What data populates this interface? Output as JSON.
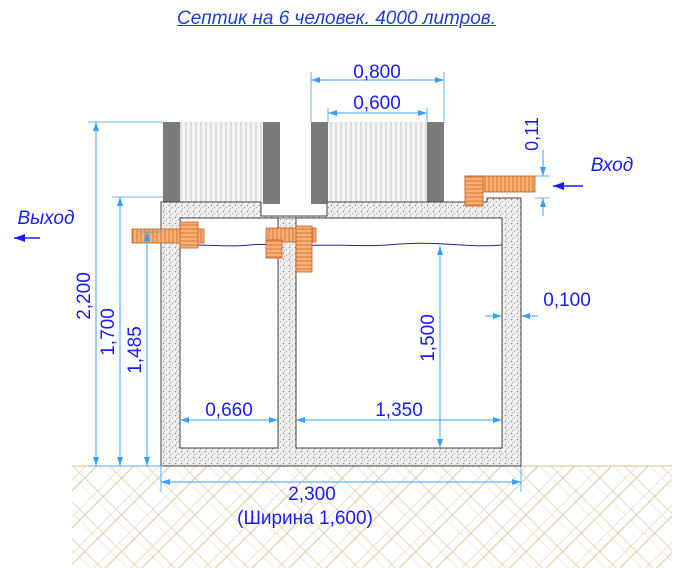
{
  "title": "Септик на 6 человек. 4000 литров.",
  "flows": {
    "inlet": "Вход",
    "outlet": "Выход"
  },
  "dimensions": {
    "riser_outer": "0,800",
    "riser_inner": "0,600",
    "inlet_offset": "0,11",
    "total_height": "2,200",
    "outlet_height": "1,700",
    "first_chamber_height": "1,485",
    "liquid_depth": "1,500",
    "wall_thickness": "0,100",
    "chamber1_length": "0,660",
    "chamber2_length": "1,350",
    "total_length": "2,300",
    "width_note": "(Ширина 1,600)"
  },
  "colors": {
    "dimension_line": "#3aa0ff",
    "text": "#1a1aff",
    "wall_fill": "#e6e6e6",
    "pipe_fill": "#f2a15e",
    "pipe_stripe": "#c0602a",
    "ground_hatch": "#d8c39a"
  }
}
